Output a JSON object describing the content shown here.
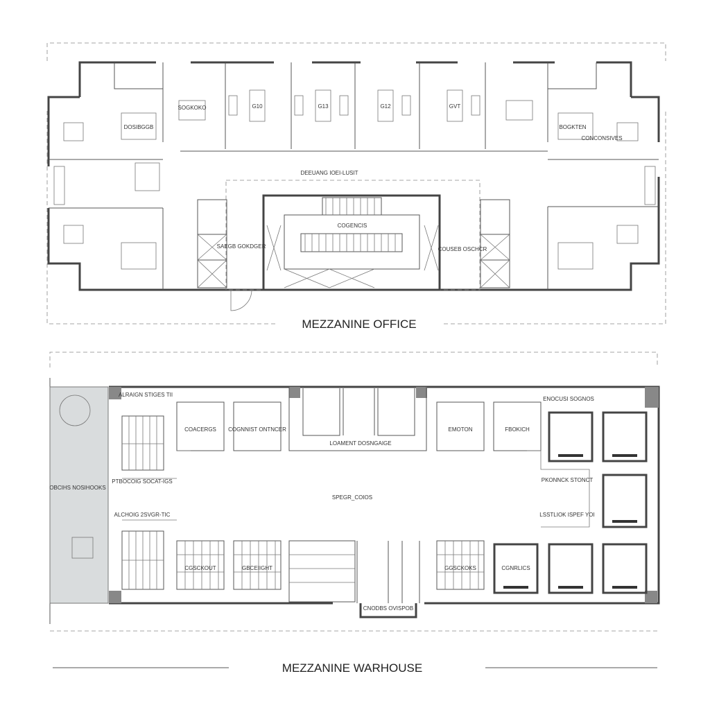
{
  "office": {
    "title": "MEZZANINE OFFICE",
    "labels": {
      "corridor": "DEEUANG IOEI-LUSIT",
      "core": "COGENCIS",
      "room_top_left": "SOGKOKO",
      "office_left": "DOSIBGGB",
      "office_right": "BOGKTEN",
      "office_right_note": "CONCONSIVES",
      "cubicle_1": "G10",
      "cubicle_2": "G13",
      "cubicle_3": "G12",
      "cubicle_4": "GVT",
      "core_left": "SAEGB GOKDGER",
      "core_right": "COUSEB OSCHCR"
    }
  },
  "warehouse": {
    "title": "MEZZANINE WARHOUSE",
    "labels": {
      "main_floor": "SPEGR_COIOS",
      "side_strip": "OBCIHS NOSIHOOKS",
      "top_left": "ALRAIGN STIGES TII",
      "bay_1": "COACERGS",
      "bay_2": "COGNNIST ONTNCER",
      "bay_3": "EMOTON",
      "bay_4": "FBOKICH",
      "restroom": "LOAMENT DOSNGAIGE",
      "left_mid_1": "PTBOCOIG SOCAT-IGS",
      "left_mid_2": "ALCHOIG 2SVGR-TIC",
      "right_mid_1": "PKONNCK STONCT",
      "right_mid_2": "LSSTLIOK ISPEF YOI",
      "lower_bay_1": "CGSCKOUT",
      "lower_bay_2": "GBCEIIGHT",
      "lower_bay_3": "GGSCKOKS",
      "dock": "CGNRLICS",
      "top_right_1": "ENOCUSI SOGNOS",
      "bottom_center": "CNODBS OVISPOB"
    }
  }
}
